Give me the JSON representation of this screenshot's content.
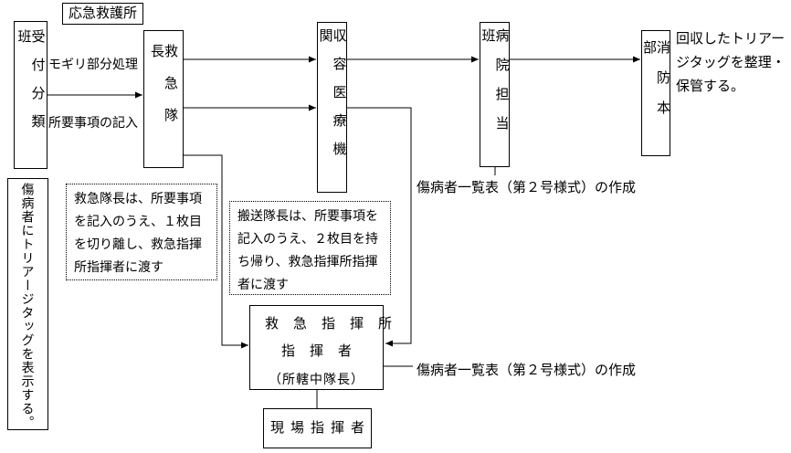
{
  "diagram": {
    "top_label": "応急救護所",
    "boxes": {
      "uketsuke": "受付分類班",
      "kyukyu_taicho": "救急隊長",
      "shuyo_iryo_kikan": "収容医療機関",
      "byoin_tanto_han": "病院担当班",
      "shobo_honbu": "消防本部",
      "triage_display": "傷病者にトリアージタッグを表示する。",
      "shiki_line1": "救急指揮所",
      "shiki_line2": "指揮者",
      "shiki_line3": "（所轄中隊長）",
      "genba_shikisha": "現場指揮者"
    },
    "labels": {
      "mogiri": "モギリ部分処理",
      "shoyo_kinyu": "所要事項の記入",
      "kaishu_note": "回収したトリアー\nジタッグを整理・\n保管する。",
      "ichiranhyo_1": "傷病者一覧表（第２号様式）の作成",
      "ichiranhyo_2": "傷病者一覧表（第２号様式）の作成"
    },
    "notes": {
      "note_kyukyu": "救急隊長は、所要事項\nを記入のうえ、１枚目\nを切り離し、救急指揮\n所指揮者に渡す",
      "note_hanso": "搬送隊長は、所要事項を\n記入のうえ、２枚目を持\nち帰り、救急指揮所指揮\n者に渡す"
    },
    "colors": {
      "line": "#000000",
      "background": "#ffffff"
    }
  }
}
